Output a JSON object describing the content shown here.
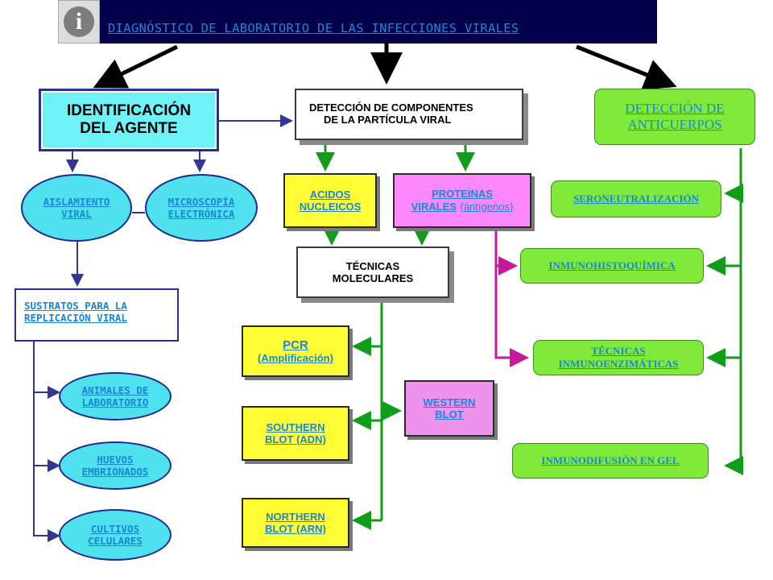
{
  "title": "DIAGNÓSTICO DE LABORATORIO DE LAS INFECCIONES VIRALES",
  "info_icon": "info-icon",
  "colors": {
    "header_bg": "#03004a",
    "link": "#1a86d6",
    "green": "#7fea3a",
    "yellow": "#ffff33",
    "cyan": "#4fe1ee",
    "pink": "#ff88ff",
    "connector_green": "#119c1a",
    "connector_blue": "#34378f",
    "connector_magenta": "#c9189c"
  },
  "left": {
    "identificacion": [
      "IDENTIFICACIÓN",
      "DEL AGENTE"
    ],
    "aislamiento": [
      "AISLAMIENTO",
      "VIRAL"
    ],
    "microscopia": [
      "MICROSCOPÍA",
      "ELECTRÓNICA"
    ],
    "sustratos": [
      "SUSTRATOS PARA LA",
      "REPLICACIÓN VIRAL"
    ],
    "animales": [
      "ANIMALES DE",
      "LABORATORIO"
    ],
    "huevos": [
      "HUEVOS",
      "EMBRIONADOS"
    ],
    "cultivos": [
      "CULTIVOS",
      "CELULARES"
    ]
  },
  "middle": {
    "deteccion": [
      "DETECCIÓN DE COMPONENTES",
      "DE LA PARTÍCULA VIRAL"
    ],
    "acidos": [
      "ACIDOS",
      "NUCLEICOS"
    ],
    "proteinas": [
      "PROTEINAS",
      "VIRALES",
      "(antígenos)"
    ],
    "tecnicas": [
      "TÉCNICAS",
      "MOLECULARES"
    ],
    "pcr": [
      "PCR",
      "(Amplificación)"
    ],
    "southern": [
      "SOUTHERN",
      "BLOT (ADN)"
    ],
    "northern": [
      "NORTHERN",
      "BLOT (ARN)"
    ],
    "western": [
      "WESTERN",
      "BLOT"
    ]
  },
  "right": {
    "anticuerpos": [
      "DETECCIÓN DE",
      "ANTICUERPOS"
    ],
    "seroneutralizacion": "SERONEUTRALIZACIÓN",
    "inmunohistoquimica": "INMUNOHISTOQUÍMICA",
    "inmunoenzimaticas": [
      "TÉCNICAS",
      "INMUNOENZIMÁTICAS"
    ],
    "inmunodifusion": "INMUNODIFUSIÓN EN GEL"
  }
}
